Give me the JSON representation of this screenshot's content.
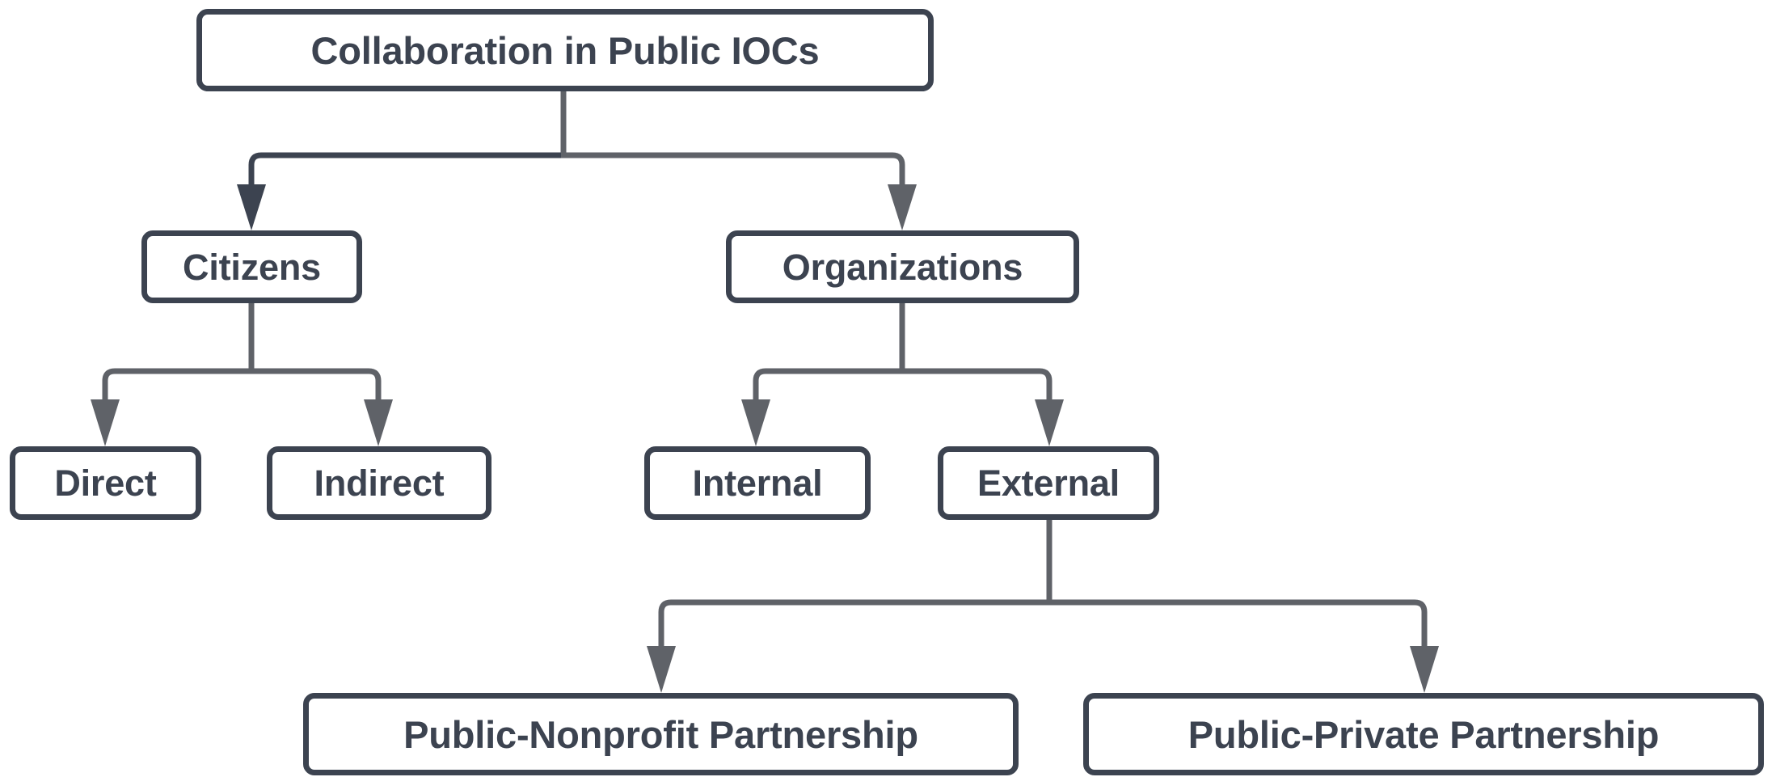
{
  "diagram": {
    "type": "hierarchy-tree",
    "title": "Collaboration in Public IOCs",
    "colors": {
      "node_border": "#3c4350",
      "node_fill": "#ffffff",
      "node_text": "#3c4350",
      "edge_dark": "#3c4350",
      "edge_light": "#5f6268",
      "background": "#ffffff"
    },
    "nodes": {
      "root": {
        "label": "Collaboration in Public IOCs"
      },
      "citizens": {
        "label": "Citizens"
      },
      "organizations": {
        "label": "Organizations"
      },
      "direct": {
        "label": "Direct"
      },
      "indirect": {
        "label": "Indirect"
      },
      "internal": {
        "label": "Internal"
      },
      "external": {
        "label": "External"
      },
      "public_nonprofit": {
        "label": "Public-Nonprofit Partnership"
      },
      "public_private": {
        "label": "Public-Private Partnership"
      }
    },
    "edges": [
      {
        "from": "root",
        "to": "citizens",
        "style": "orthogonal-arrow"
      },
      {
        "from": "root",
        "to": "organizations",
        "style": "orthogonal-arrow"
      },
      {
        "from": "citizens",
        "to": "direct",
        "style": "orthogonal-arrow"
      },
      {
        "from": "citizens",
        "to": "indirect",
        "style": "orthogonal-arrow"
      },
      {
        "from": "organizations",
        "to": "internal",
        "style": "orthogonal-arrow"
      },
      {
        "from": "organizations",
        "to": "external",
        "style": "orthogonal-arrow"
      },
      {
        "from": "external",
        "to": "public_nonprofit",
        "style": "orthogonal-arrow"
      },
      {
        "from": "external",
        "to": "public_private",
        "style": "orthogonal-arrow"
      }
    ]
  }
}
